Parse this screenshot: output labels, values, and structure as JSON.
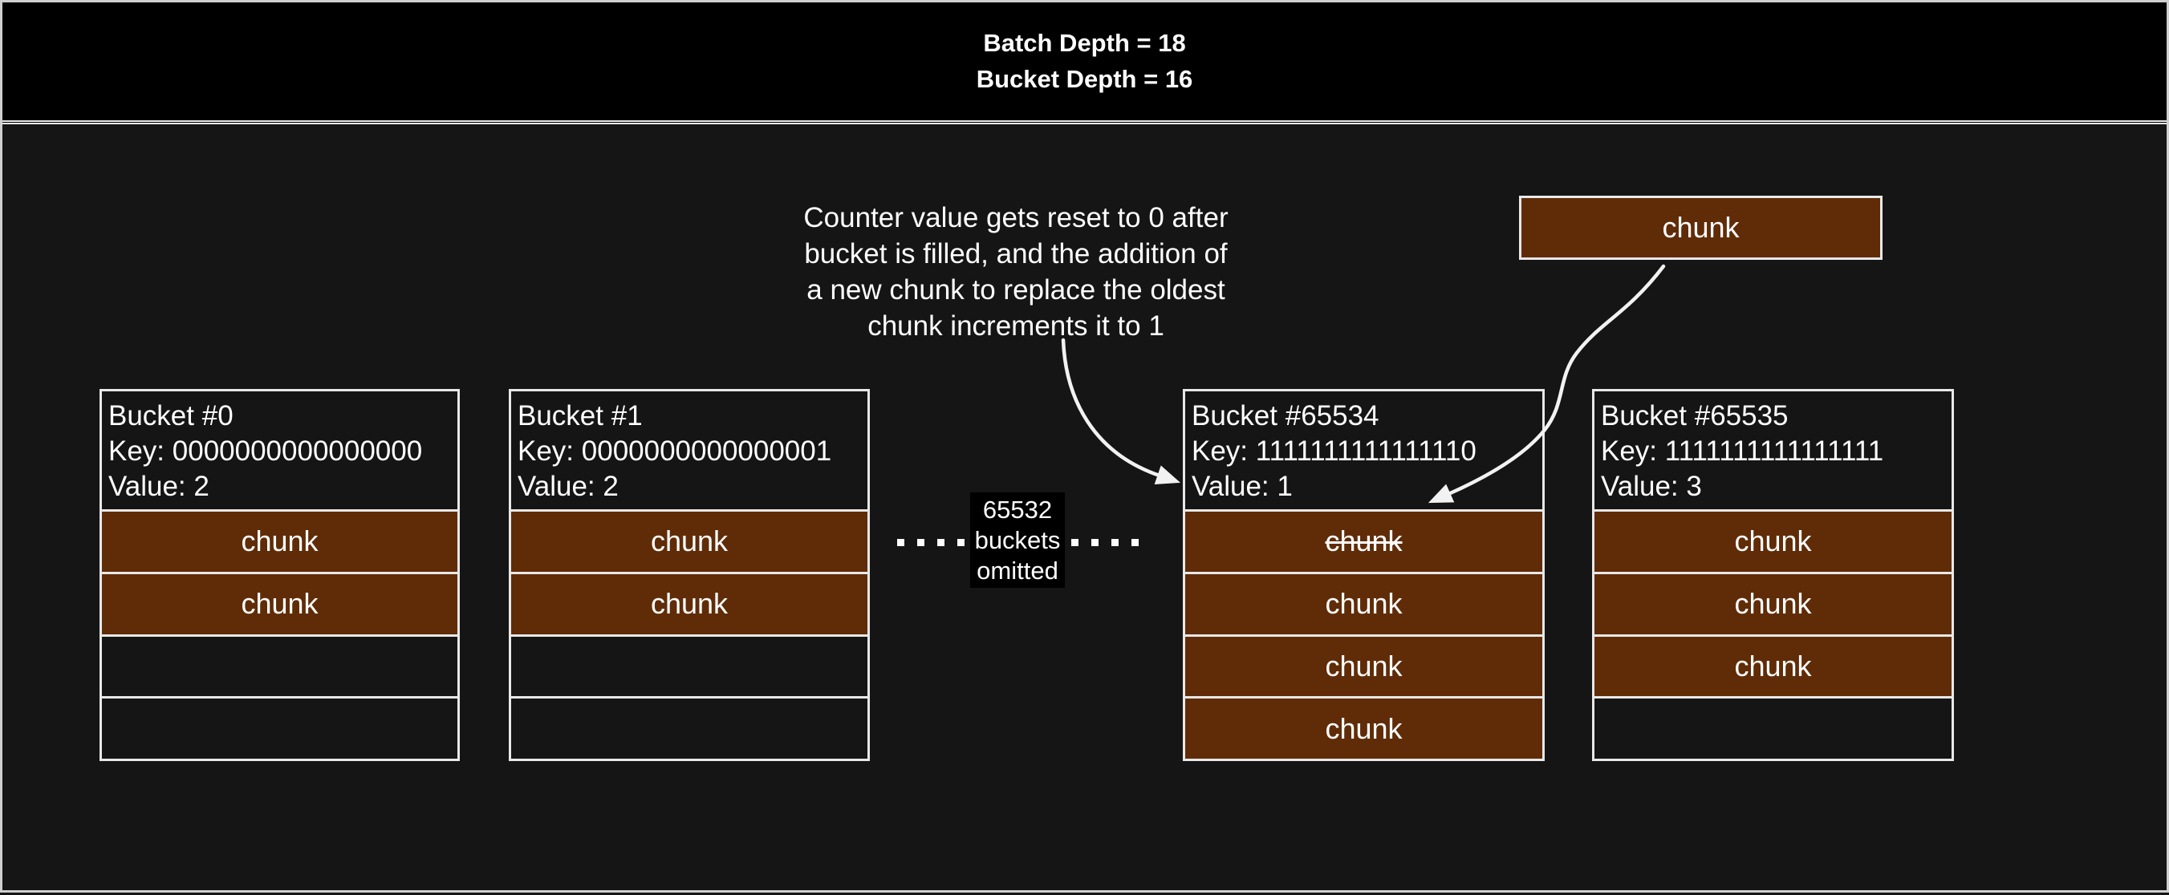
{
  "header": {
    "line1": "Batch Depth = 18",
    "line2": "Bucket Depth = 16"
  },
  "annotation": {
    "lines": [
      "Counter value gets reset to 0 after",
      "bucket is filled, and the addition of",
      "a new chunk to replace the oldest",
      "chunk increments it to 1"
    ]
  },
  "floating_chunk": {
    "label": "chunk"
  },
  "omitted_label": {
    "lines": [
      "65532",
      "buckets",
      "omitted"
    ]
  },
  "buckets": [
    {
      "title": "Bucket #0",
      "key": "Key: 0000000000000000",
      "value": "Value: 2",
      "slots": [
        {
          "filled": true,
          "label": "chunk"
        },
        {
          "filled": true,
          "label": "chunk"
        },
        {
          "filled": false
        },
        {
          "filled": false
        }
      ]
    },
    {
      "title": "Bucket #1",
      "key": "Key: 0000000000000001",
      "value": "Value: 2",
      "slots": [
        {
          "filled": true,
          "label": "chunk"
        },
        {
          "filled": true,
          "label": "chunk"
        },
        {
          "filled": false
        },
        {
          "filled": false
        }
      ]
    },
    {
      "title": "Bucket #65534",
      "key": "Key: 1111111111111110",
      "value": "Value: 1",
      "slots": [
        {
          "filled": true,
          "label": "chunk",
          "struck": true
        },
        {
          "filled": true,
          "label": "chunk"
        },
        {
          "filled": true,
          "label": "chunk"
        },
        {
          "filled": true,
          "label": "chunk"
        }
      ]
    },
    {
      "title": "Bucket #65535",
      "key": "Key: 1111111111111111",
      "value": "Value: 3",
      "slots": [
        {
          "filled": true,
          "label": "chunk"
        },
        {
          "filled": true,
          "label": "chunk"
        },
        {
          "filled": true,
          "label": "chunk"
        },
        {
          "filled": false
        }
      ]
    }
  ],
  "colors": {
    "background": "#151515",
    "banner_bg": "#000000",
    "chunk_fill": "#602c08",
    "line": "#e8e8e8",
    "text": "#ffffff"
  }
}
